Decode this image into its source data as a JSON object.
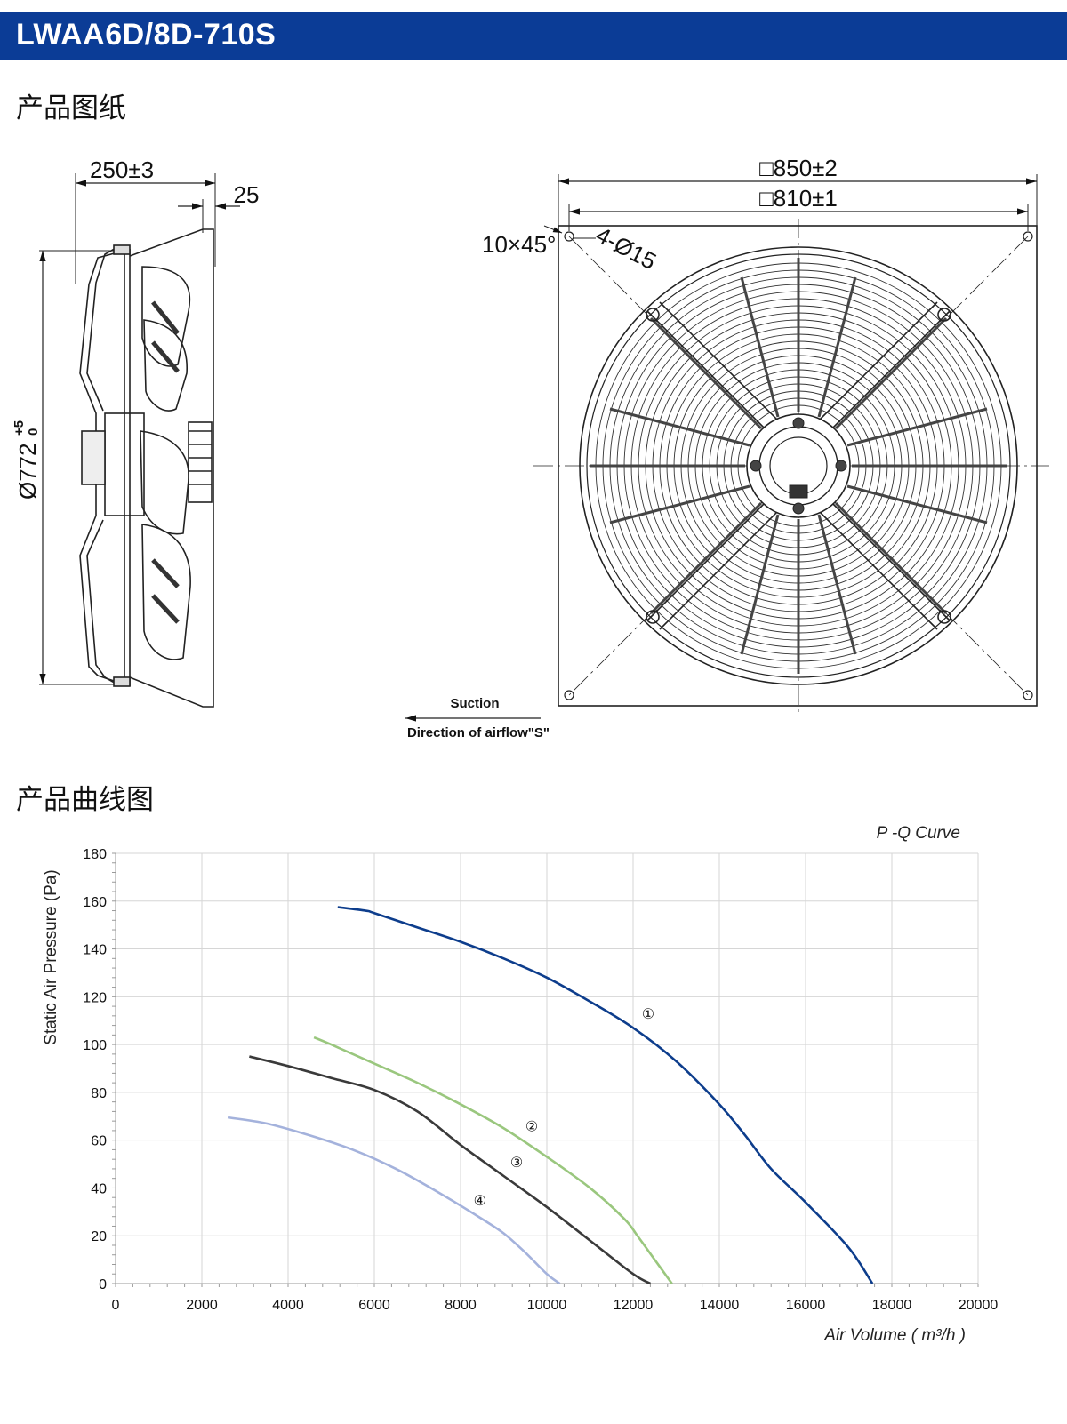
{
  "header": {
    "model": "LWAA6D/8D-710S"
  },
  "sections": {
    "drawing": "产品图纸",
    "curve": "产品曲线图"
  },
  "drawing": {
    "depth": "250±3",
    "flange": "25",
    "diameter_main": "Ø772",
    "diameter_tol": "+5",
    "diameter_tol_low": "0",
    "outer_square": "□850±2",
    "hole_square": "□810±1",
    "chamfer": "10×45°",
    "holes": "4-Ø15",
    "suction": "Suction",
    "airflow": "Direction of airflow\"S\""
  },
  "chart_data": {
    "type": "line",
    "title": "P -Q Curve",
    "xlabel": "Air Volume ( m³/h )",
    "ylabel": "Static Air Pressure  (Pa)",
    "xlim": [
      0,
      20000
    ],
    "ylim": [
      0,
      180
    ],
    "xticks": [
      0,
      2000,
      4000,
      6000,
      8000,
      10000,
      12000,
      14000,
      16000,
      18000,
      20000
    ],
    "yticks": [
      0,
      20,
      40,
      60,
      80,
      100,
      120,
      140,
      160,
      180
    ],
    "grid": true,
    "series": [
      {
        "name": "①",
        "color": "#0d3d8c",
        "x": [
          5150,
          5800,
          6000,
          7000,
          8000,
          9000,
          10000,
          11000,
          12000,
          13000,
          14000,
          14600,
          15200,
          16000,
          17000,
          17550
        ],
        "y": [
          157.5,
          156,
          155,
          149,
          143,
          136,
          128,
          118,
          107,
          93,
          75,
          62,
          48,
          34,
          15,
          0
        ],
        "label_at": [
          12350,
          113
        ]
      },
      {
        "name": "②",
        "color": "#9ac77e",
        "x": [
          4600,
          5000,
          6000,
          7000,
          8000,
          9000,
          10000,
          11000,
          11800,
          12100,
          12500,
          12900
        ],
        "y": [
          103,
          100,
          92,
          84,
          75,
          65,
          53,
          40,
          27,
          20,
          10,
          0
        ],
        "label_at": [
          9650,
          66
        ]
      },
      {
        "name": "③",
        "color": "#3a3a3a",
        "x": [
          3100,
          4000,
          5000,
          6000,
          7000,
          8000,
          9000,
          10000,
          11000,
          12000,
          12400
        ],
        "y": [
          95,
          91,
          86,
          81,
          72,
          58,
          45,
          32,
          18,
          4,
          0
        ],
        "label_at": [
          9300,
          51
        ]
      },
      {
        "name": "④",
        "color": "#a4b2dc",
        "x": [
          2600,
          3500,
          4500,
          5500,
          6500,
          7500,
          8500,
          9000,
          9500,
          10000,
          10300
        ],
        "y": [
          69.5,
          67,
          62,
          56,
          48,
          38,
          27,
          21,
          13,
          4,
          0
        ],
        "label_at": [
          8450,
          35
        ]
      }
    ]
  }
}
